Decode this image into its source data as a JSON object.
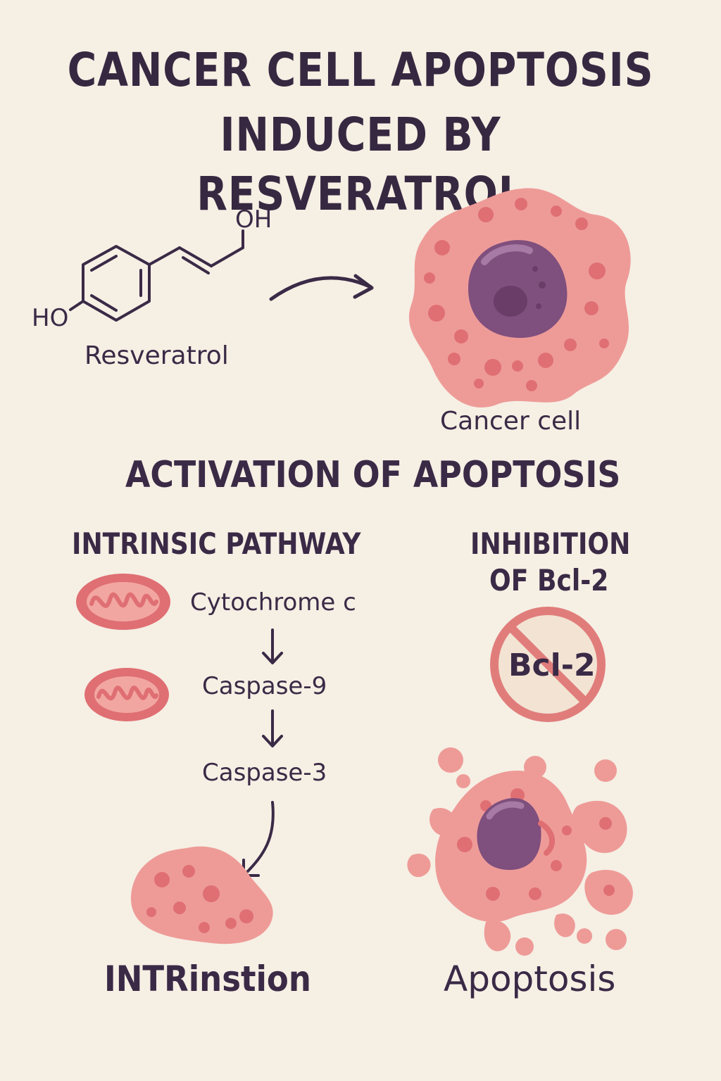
{
  "title": {
    "line1": "CANCER CELL APOPTOSIS",
    "line2": "INDUCED BY RESVERATROL"
  },
  "molecule": {
    "oh_top": "OH",
    "ho_left": "HO",
    "name": "Resveratrol"
  },
  "cancer_cell_label": "Cancer cell",
  "section_heading": "ACTIVATION OF APOPTOSIS",
  "intrinsic": {
    "heading": "INTRINSIC PATHWAY",
    "steps": [
      "Cytochrome c",
      "Caspase-9",
      "Caspase-3"
    ],
    "result_label": "INTRinstion"
  },
  "bcl2": {
    "heading_line1": "INHIBITION",
    "heading_line2": "OF Bcl-2",
    "symbol_text": "Bcl-2",
    "result_label": "Apoptosis"
  },
  "colors": {
    "background": "#f6efe4",
    "text": "#3a2a46",
    "cell_pink": "#ee9b98",
    "cell_dark_pink": "#df6f73",
    "nucleus_purple": "#7f4f7d",
    "prohibition_red": "#e07d7b"
  }
}
